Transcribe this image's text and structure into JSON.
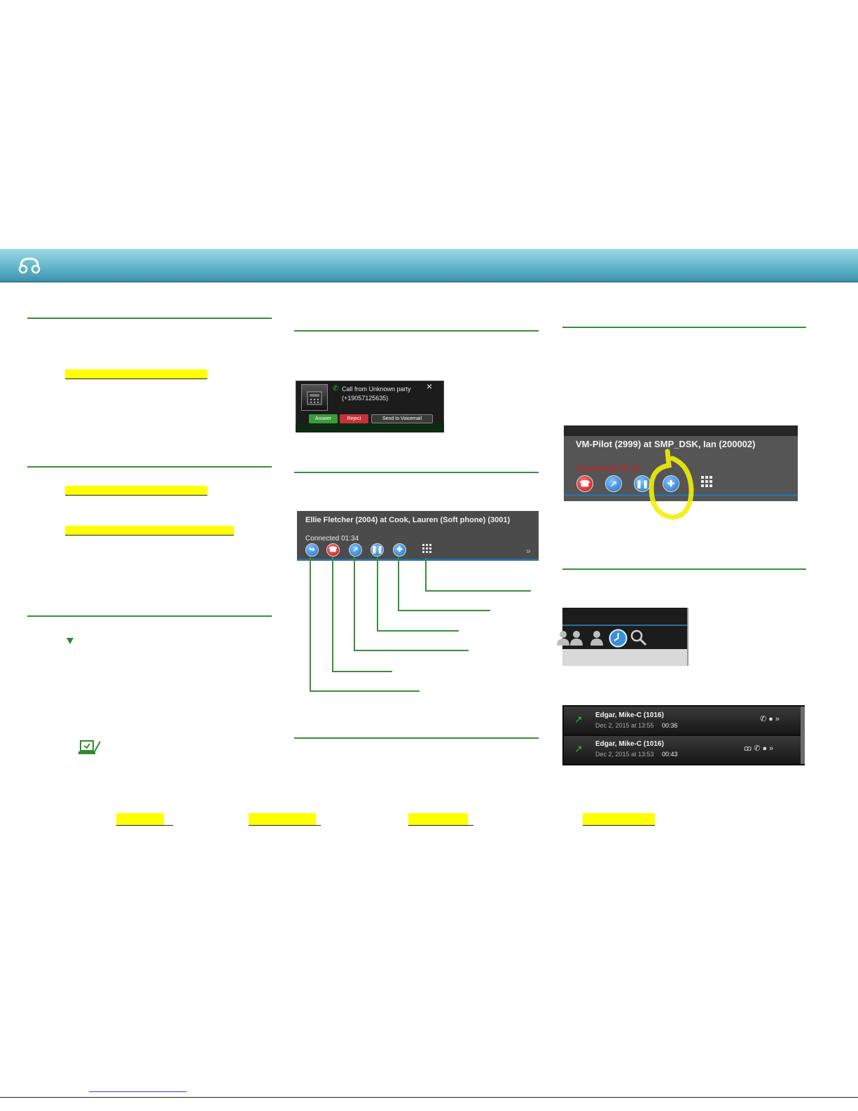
{
  "popup": {
    "caller": "Call from Unknown party",
    "number": "(+19057125635)",
    "close": "×",
    "answer_label": "Answer",
    "reject_label": "Reject",
    "voicemail_label": "Send to Voicemail"
  },
  "call_panel": {
    "title": "Ellie Fletcher (2004) at Cook, Lauren (Soft phone) (3001)",
    "status": "Connected 01:34",
    "more": "»"
  },
  "vm_panel": {
    "title": "VM-Pilot (2999) at SMP_DSK, Ian (200002)",
    "status": "Connected 00:12"
  },
  "history": [
    {
      "name": "Edgar, Mike-C (1016)",
      "date": "Dec 2, 2015 at 13:55",
      "duration": "00:36"
    },
    {
      "name": "Edgar, Mike-C (1016)",
      "date": "Dec 2, 2015 at 13:53",
      "duration": "00:43"
    }
  ],
  "history_more": "»",
  "colors": {
    "header": "#5fb3c9",
    "rule_green": "#3b8e3b",
    "highlight": "#ffff00",
    "reject_red": "#c4323a",
    "answer_green": "#3d9a3d",
    "connected_red": "#d91a1a",
    "annotation_circle": "#f2ee0a"
  },
  "icons": [
    "voicemail-icon",
    "phone-icon",
    "transfer-icon",
    "hang-up-icon",
    "consult-icon",
    "hold-icon",
    "conference-icon",
    "dialpad-icon",
    "person-icon",
    "clock-icon",
    "search-icon",
    "chat-icon",
    "note-icon"
  ]
}
